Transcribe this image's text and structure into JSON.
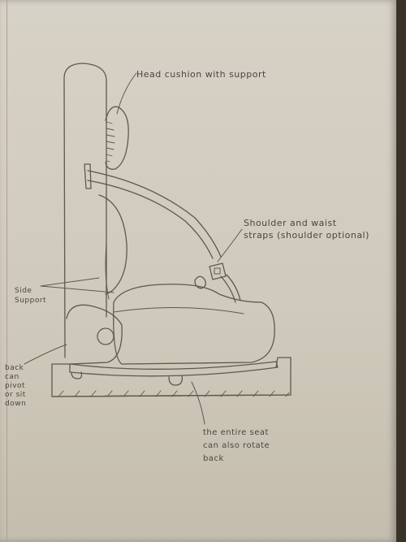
{
  "annotations": {
    "head_cushion": "Head cushion with support",
    "straps": "Shoulder and waist\nstraps (shoulder optional)",
    "side_support": "Side\nSupport",
    "back_pivot": "back\ncan\npivot\nor sit\ndown",
    "rotate_back": "the entire seat\ncan also rotate\nback"
  },
  "colors": {
    "paper": "#d2ccbf",
    "pencil": "#5e584f",
    "background": "#3a3227"
  }
}
